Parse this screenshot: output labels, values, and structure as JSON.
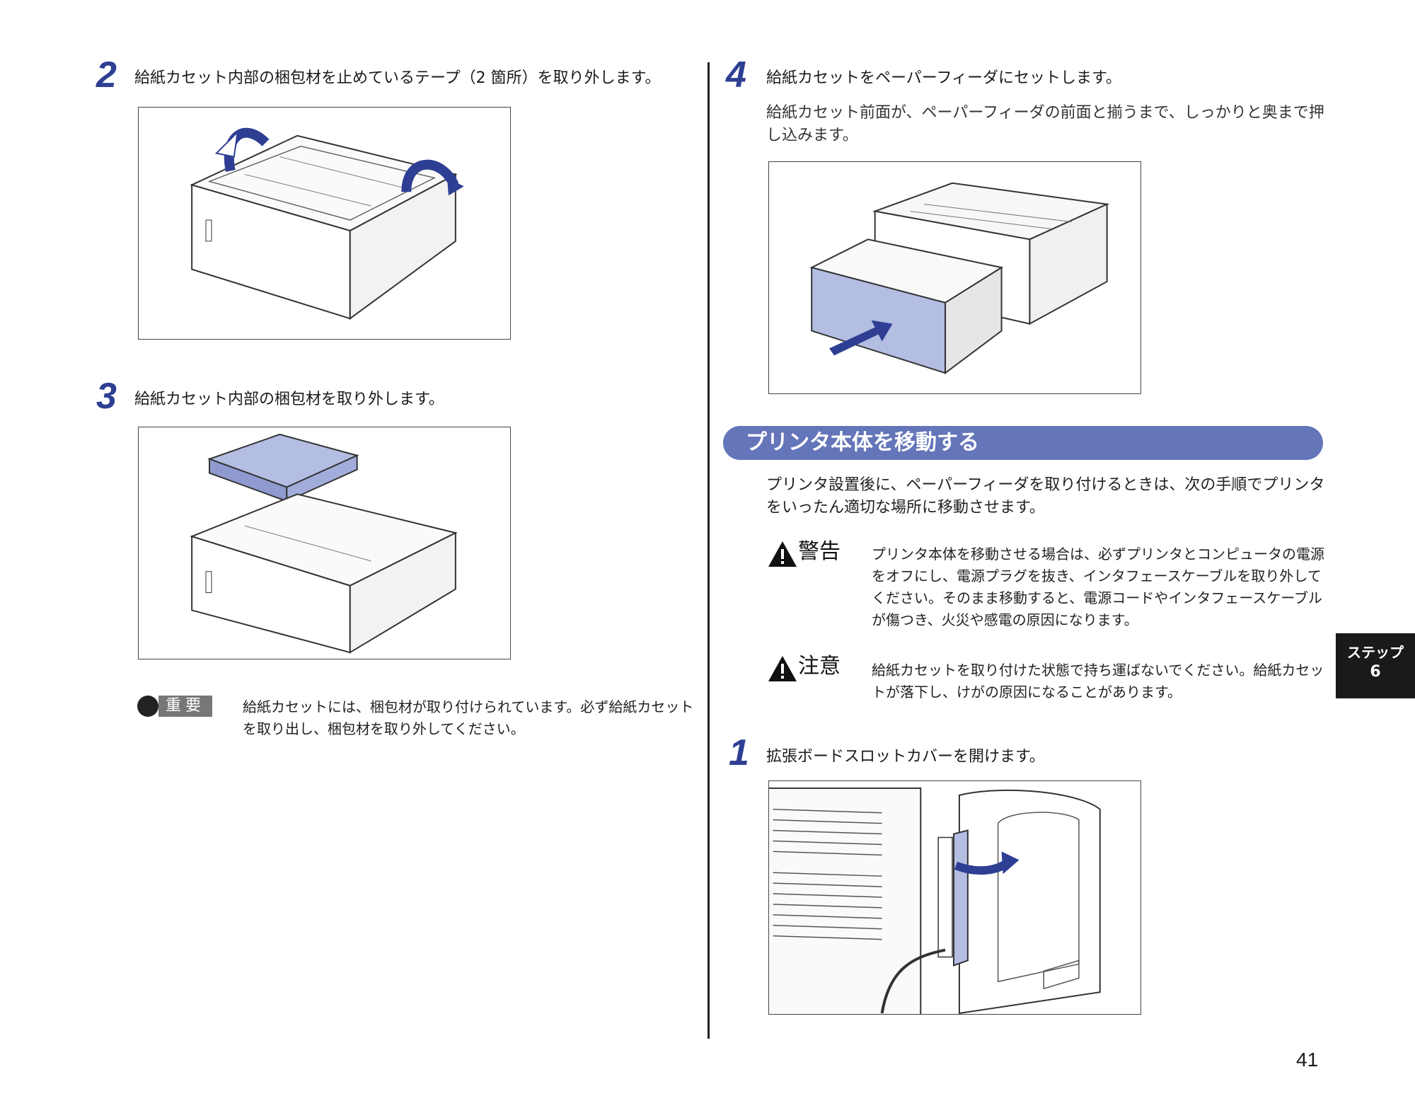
{
  "left_column": {
    "step2": {
      "number": "2",
      "title": "給紙カセット内部の梱包材を止めているテープ（2 箇所）を取り外します。"
    },
    "step3": {
      "number": "3",
      "title": "給紙カセット内部の梱包材を取り外します。"
    },
    "important": {
      "label": "重要",
      "text": "給紙カセットには、梱包材が取り付けられています。必ず給紙カセットを取り出し、梱包材を取り外してください。"
    }
  },
  "right_column": {
    "step4": {
      "number": "4",
      "title": "給紙カセットをペーパーフィーダにセットします。",
      "body": "給紙カセット前面が、ペーパーフィーダの前面と揃うまで、しっかりと奥まで押し込みます。"
    },
    "section": {
      "title": "プリンタ本体を移動する",
      "intro": "プリンタ設置後に、ペーパーフィーダを取り付けるときは、次の手順でプリンタをいったん適切な場所に移動させます。"
    },
    "warning": {
      "label": "警告",
      "text": "プリンタ本体を移動させる場合は、必ずプリンタとコンピュータの電源をオフにし、電源プラグを抜き、インタフェースケーブルを取り外してください。そのまま移動すると、電源コードやインタフェースケーブルが傷つき、火災や感電の原因になります。"
    },
    "caution": {
      "label": "注意",
      "text": "給紙カセットを取り付けた状態で持ち運ばないでください。給紙カセットが落下し、けがの原因になることがあります。"
    },
    "step1": {
      "number": "1",
      "title": "拡張ボードスロットカバーを開けます。"
    }
  },
  "side_tab": {
    "line1": "ステップ",
    "line2": "6"
  },
  "page_number": "41",
  "colors": {
    "accent_blue": "#2e3f93",
    "section_bar": "#6475b9",
    "highlight_part": "#b4bde2",
    "side_tab": "#1a1a1a"
  }
}
